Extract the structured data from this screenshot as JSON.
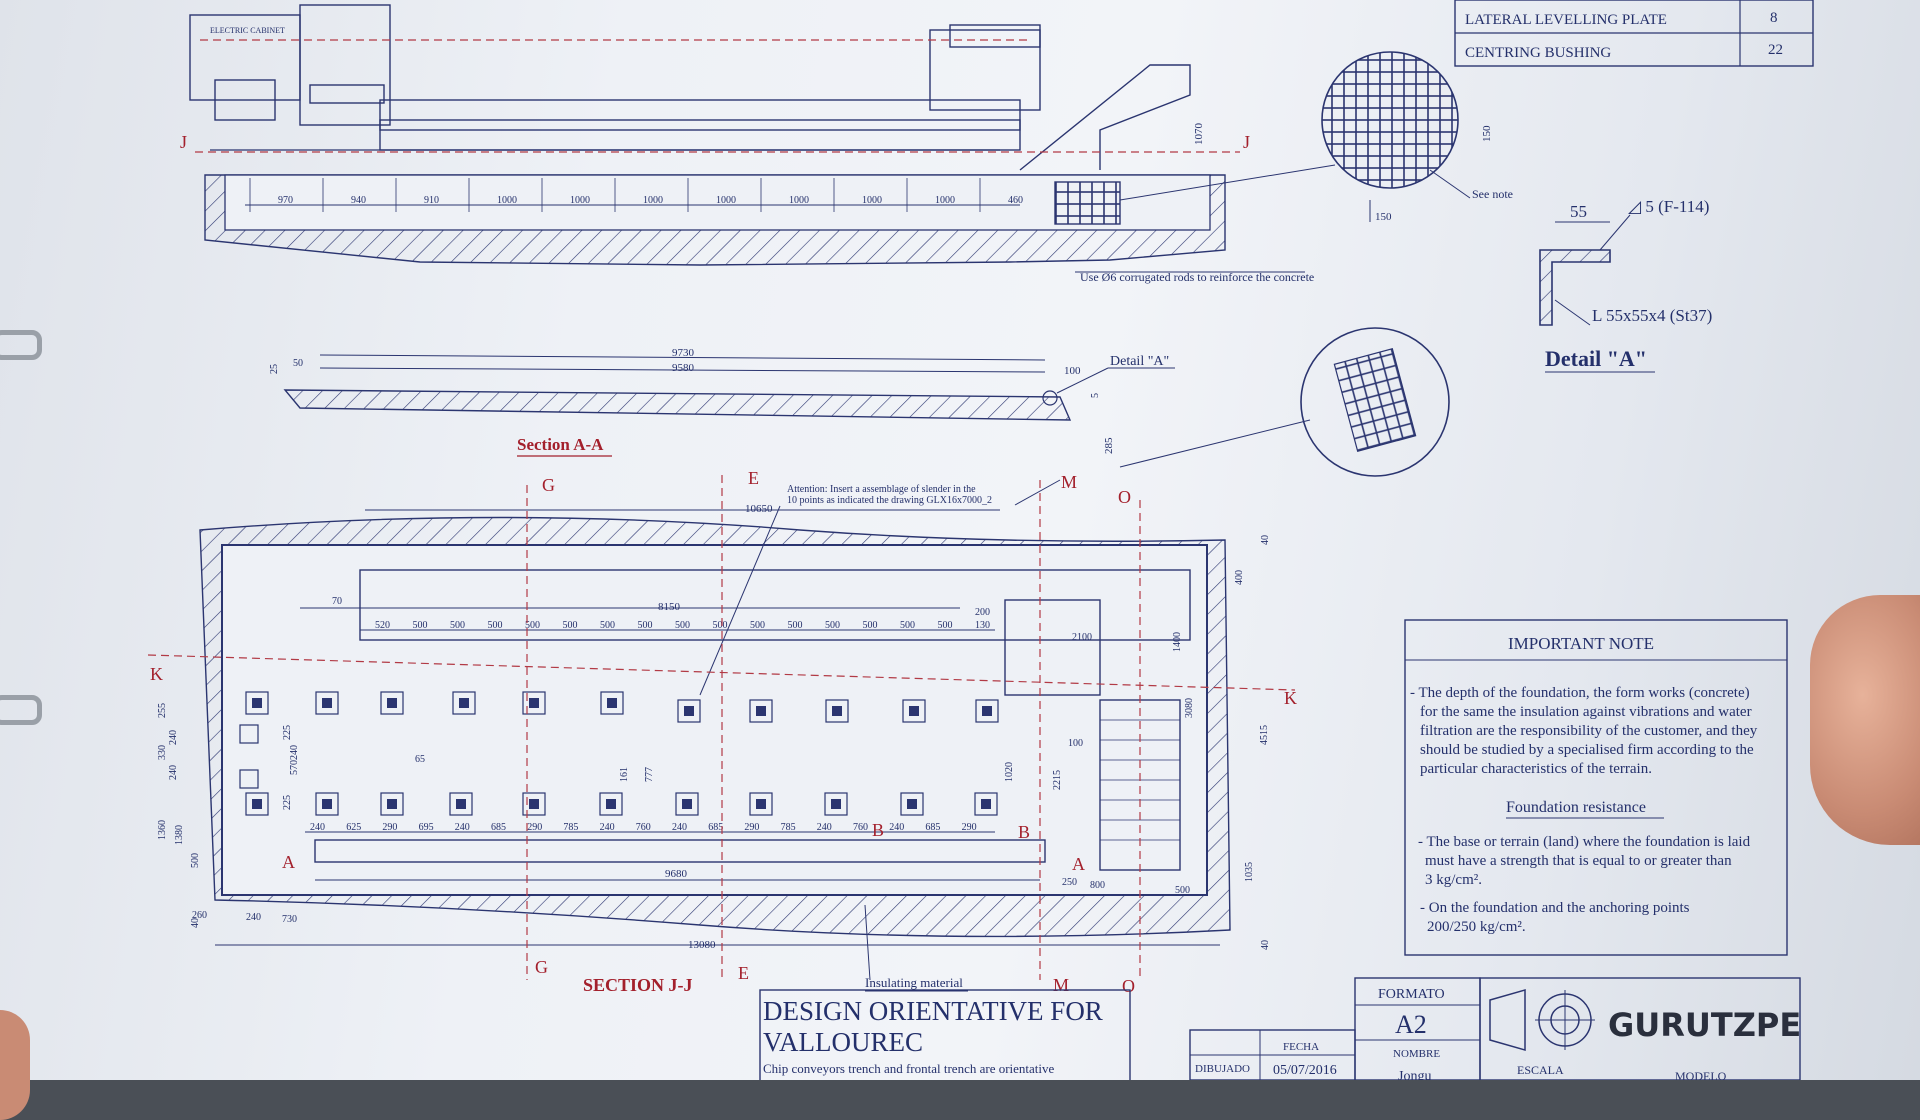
{
  "parts_table": {
    "rows": [
      {
        "name": "LATERAL LEVELLING PLATE",
        "qty": "8"
      },
      {
        "name": "CENTRING BUSHING",
        "qty": "22"
      }
    ]
  },
  "machine": {
    "cabinet_label": "ELECTRIC CABINET",
    "section_marker": "J",
    "pad_dims": [
      "970",
      "940",
      "910",
      "1000",
      "1000",
      "1000",
      "1000",
      "1000",
      "1000",
      "1000",
      "460"
    ],
    "height_dim": "1070",
    "rebar_note": "Use Ø6 corrugated rods to reinforce the concrete"
  },
  "mesh_detail": {
    "dim_a": "150",
    "dim_b": "150",
    "see_note": "See note"
  },
  "detail_a": {
    "dim": "55",
    "weld": "◿ 5 (F-114)",
    "profile": "L 55x55x4 (St37)",
    "title": "Detail \"A\""
  },
  "section_aa": {
    "title": "Section A-A",
    "dim_total": "9730",
    "dim_inner": "9580",
    "dim_left": "50",
    "dim_edge": "25",
    "dim_right": "100",
    "dim_depth": "285",
    "dim_small": "5",
    "callout": "Detail \"A\""
  },
  "section_jj": {
    "title": "SECTION J-J",
    "attention": [
      "Attention: Insert a assemblage of slender in the",
      "10 points as indicated the drawing GLX16x7000_2"
    ],
    "top_dim": "10650",
    "dim_8150": "8150",
    "dim_70": "70",
    "pitch_dims": [
      "520",
      "500",
      "500",
      "500",
      "500",
      "500",
      "500",
      "500",
      "500",
      "500",
      "500",
      "500",
      "500",
      "500",
      "500",
      "500",
      "130"
    ],
    "bottom_dims": [
      "240",
      "625",
      "290",
      "695",
      "240",
      "685",
      "290",
      "785",
      "240",
      "760",
      "240",
      "685",
      "290",
      "785",
      "240",
      "760",
      "240",
      "685",
      "290"
    ],
    "dim_9680": "9680",
    "dim_13080": "13080",
    "dim_2100": "2100",
    "dim_1400": "1400",
    "dim_3080": "3080",
    "dim_4515": "4515",
    "dim_2215": "2215",
    "dim_1020": "1020",
    "dim_1035": "1035",
    "dim_800": "800",
    "dim_500": "500",
    "dim_40": "40",
    "dim_400": "400",
    "dim_200": "200",
    "dim_250": "250",
    "dim_100": "100",
    "dim_777": "777",
    "dim_161": "161",
    "dim_65": "65",
    "left_dims": [
      "255",
      "240",
      "330",
      "240",
      "225",
      "570",
      "225",
      "240",
      "1360",
      "1380",
      "500",
      "260",
      "40",
      "240",
      "730"
    ],
    "insulating": "Insulating material",
    "markers": {
      "G": "G",
      "E": "E",
      "M": "M",
      "O": "O",
      "K": "K",
      "A": "A",
      "B": "B"
    }
  },
  "note": {
    "title": "IMPORTANT NOTE",
    "p1": [
      "- The depth of the foundation, the form works (concrete)",
      "for the same the insulation against vibrations and  water",
      "filtration are the responsibility of the customer, and they",
      "should be studied by a specialised firm according to the",
      "particular characteristics of the terrain."
    ],
    "subtitle": "Foundation resistance",
    "p2": [
      "- The base or terrain (land) where the foundation is laid",
      "must have a strength that is equal to or greater than",
      "3 kg/cm²."
    ],
    "p3": [
      "- On the foundation and the anchoring points",
      "200/250 kg/cm²."
    ]
  },
  "title_block": {
    "title_line1": "DESIGN ORIENTATIVE FOR",
    "title_line2": "VALLOUREC",
    "subtitle": "Chip conveyors trench and frontal trench are orientative",
    "formato_label": "FORMATO",
    "formato_value": "A2",
    "brand": "GURUTZPE",
    "fecha_label": "FECHA",
    "nombre_label": "NOMBRE",
    "dibujado_label": "DIBUJADO",
    "fecha_value": "05/07/2016",
    "nombre_value": "Jongu",
    "escala_label": "ESCALA",
    "modelo_label": "MODELO"
  }
}
